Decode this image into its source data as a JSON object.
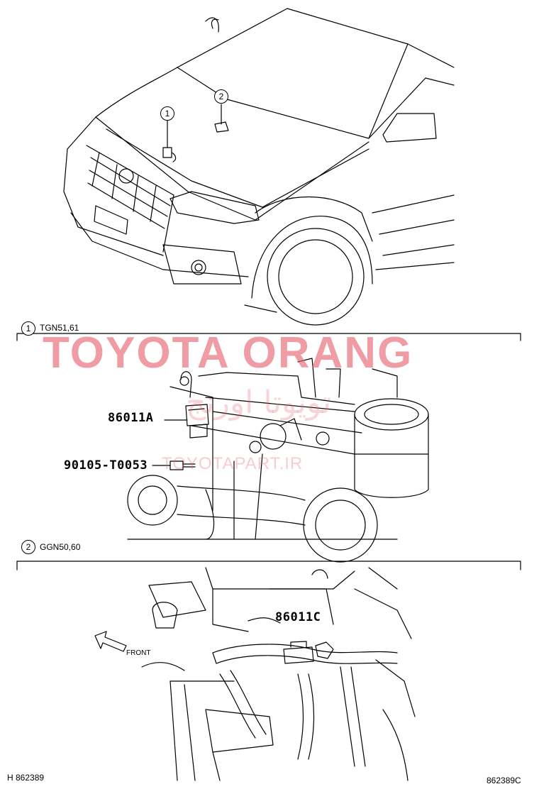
{
  "callouts": {
    "top_1": "1",
    "top_2": "2"
  },
  "section1": {
    "number": "1",
    "model": "TGN51,61",
    "part_a": "86011A",
    "part_bolt": "90105-T0053"
  },
  "section2": {
    "number": "2",
    "model": "GGN50,60",
    "part_c": "86011C",
    "front_label": "FRONT"
  },
  "watermark": {
    "title": "TOYOTA ORANG",
    "persian": "تویوتا اورنج",
    "site": "TOYOTAPART.IR"
  },
  "footer": {
    "left_code": "H 862389",
    "right_code": "862389C"
  }
}
